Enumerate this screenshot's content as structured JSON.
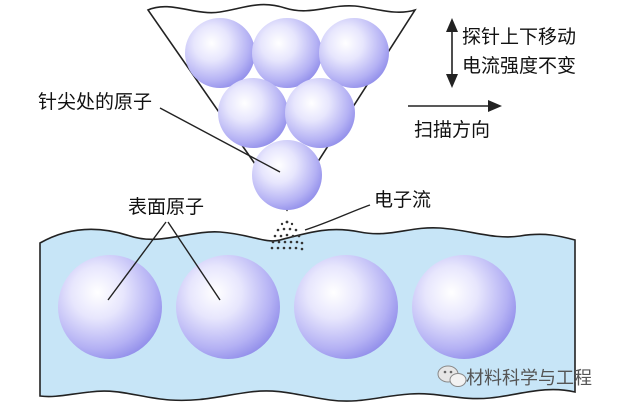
{
  "labels": {
    "tip_atom": "针尖处的原子",
    "surface_atoms": "表面原子",
    "electron_flow": "电子流",
    "probe_line1": "探针上下移动",
    "probe_line2": "电流强度不变",
    "scan_direction": "扫描方向"
  },
  "watermark": {
    "text": "材料科学与工程",
    "icon": "wechat-icon"
  },
  "colors": {
    "surface_fill": "#c7e5f7",
    "atom_core": "#ffffff",
    "atom_edge": "#8a87e8",
    "outline": "#222222"
  }
}
